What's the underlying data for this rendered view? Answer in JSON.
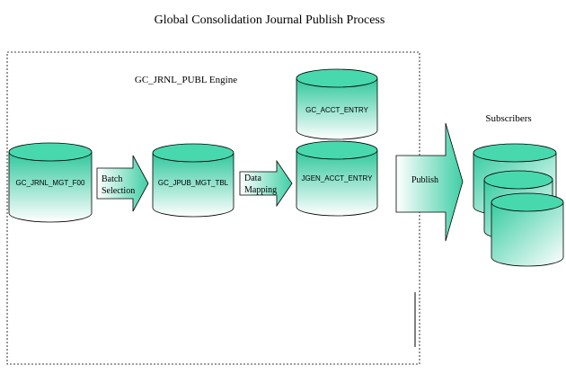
{
  "title": "Global Consolidation Journal Publish Process",
  "engine": {
    "label": "GC_JRNL_PUBL Engine"
  },
  "cylinders": {
    "mgt_f00": "GC_JRNL_MGT_F00",
    "jpub_tbl": "GC_JPUB_MGT_TBL",
    "acct_entry": "GC_ACCT_ENTRY",
    "jgen_entry": "JGEN_ACCT_ENTRY"
  },
  "arrows": {
    "batch": [
      "Batch",
      "Selection"
    ],
    "mapping": [
      "Data",
      "Mapping"
    ],
    "publish": "Publish"
  },
  "subscribers": {
    "label": "Subscribers"
  },
  "colors": {
    "cylinder_top": "#48d8ae",
    "cylinder_dark": "#2fc79c",
    "cylinder_light": "#ffffff",
    "arrow_light": "#ffffff",
    "arrow_dark": "#3fcfa5",
    "outline": "#000000"
  }
}
